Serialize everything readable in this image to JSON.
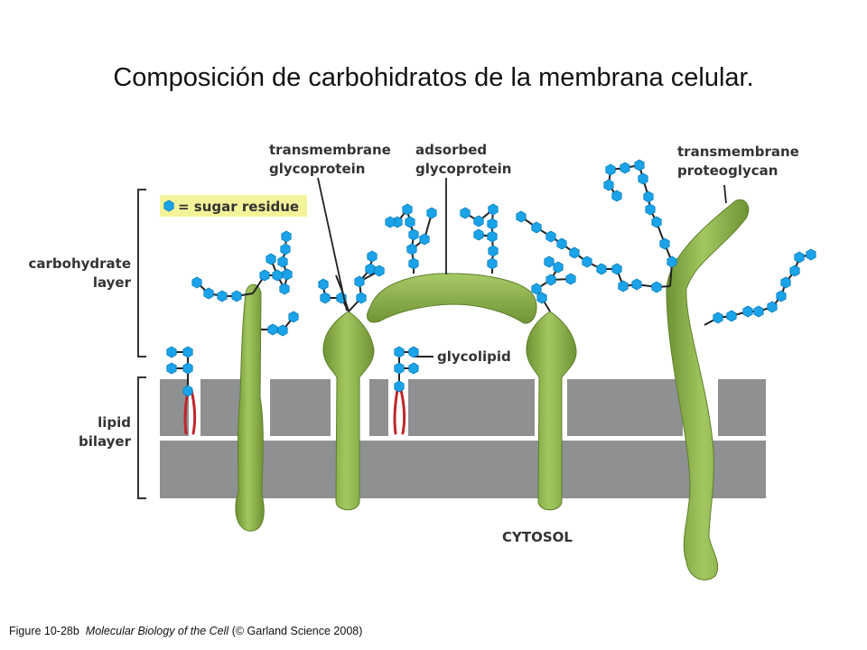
{
  "title": "Composición de carbohidratos de la membrana celular.",
  "labels": {
    "transmembrane_glycoprotein_1": "transmembrane",
    "transmembrane_glycoprotein_2": "glycoprotein",
    "adsorbed_glycoprotein_1": "adsorbed",
    "adsorbed_glycoprotein_2": "glycoprotein",
    "transmembrane_proteoglycan_1": "transmembrane",
    "transmembrane_proteoglycan_2": "proteoglycan",
    "sugar_residue": "= sugar residue",
    "carbohydrate_layer_1": "carbohydrate",
    "carbohydrate_layer_2": "layer",
    "lipid_bilayer_1": "lipid",
    "lipid_bilayer_2": "bilayer",
    "glycolipid": "glycolipid",
    "cytosol": "CYTOSOL"
  },
  "caption": {
    "figure": "Figure 10-28b",
    "book": "Molecular Biology of the Cell",
    "credit": "(© Garland Science 2008)"
  },
  "colors": {
    "sugar": "#1aa3e8",
    "protein": "#8fb34a",
    "membrane": "#8e9092",
    "lipid_tail": "#c0262c",
    "legend_bg": "#f5f39a",
    "label": "#333333"
  }
}
